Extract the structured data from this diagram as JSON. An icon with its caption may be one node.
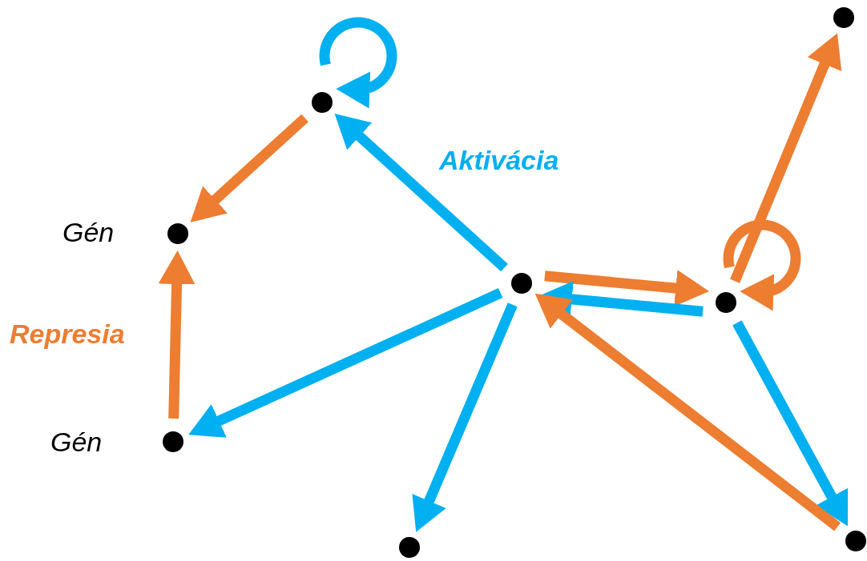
{
  "diagram": {
    "nodes": [
      {
        "text": [],
        "shape": "circle"
      },
      {
        "text": [],
        "shape": "circle",
        "beside": [
          "Gén"
        ]
      },
      {
        "text": [],
        "shape": "circle",
        "beside": [
          "Gén"
        ]
      },
      {
        "text": [],
        "shape": "circle"
      },
      {
        "text": [],
        "shape": "circle"
      },
      {
        "text": [],
        "shape": "circle"
      },
      {
        "text": [],
        "shape": "circle"
      },
      {
        "text": [],
        "shape": "circle"
      }
    ],
    "edges": [
      {
        "from": 0,
        "to": 0,
        "arrow": "to",
        "color": "#00b0f0"
      },
      {
        "from": 0,
        "to": 1,
        "arrow": "to",
        "color": "#ed7d31"
      },
      {
        "from": 3,
        "to": 0,
        "arrow": "to",
        "color": "#00b0f0"
      },
      {
        "from": 2,
        "to": 1,
        "arrow": "to",
        "color": "#ed7d31"
      },
      {
        "from": 3,
        "to": 2,
        "arrow": "to",
        "color": "#00b0f0"
      },
      {
        "from": 3,
        "to": 4,
        "arrow": "to",
        "color": "#ed7d31"
      },
      {
        "from": 4,
        "to": 3,
        "arrow": "to",
        "color": "#00b0f0"
      },
      {
        "from": 4,
        "to": 4,
        "arrow": "to",
        "color": "#ed7d31"
      },
      {
        "from": 4,
        "to": 5,
        "arrow": "to",
        "color": "#ed7d31"
      },
      {
        "from": 3,
        "to": 6,
        "arrow": "to",
        "color": "#00b0f0"
      },
      {
        "from": 4,
        "to": 7,
        "arrow": "to",
        "color": "#00b0f0"
      },
      {
        "from": 7,
        "to": 3,
        "arrow": "to",
        "color": "#ed7d31"
      }
    ],
    "labels": [
      "Aktivácia",
      "Represia"
    ]
  }
}
